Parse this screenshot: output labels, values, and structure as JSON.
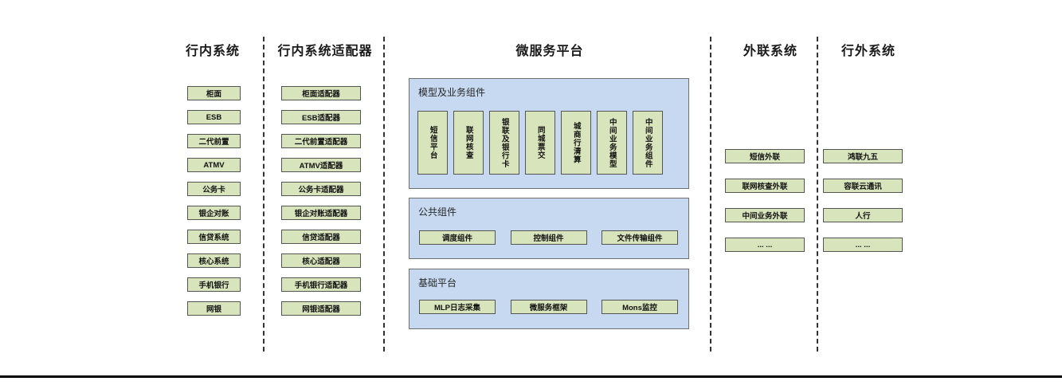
{
  "diagram": {
    "columns": [
      {
        "title": "行内系统",
        "items": [
          "柜面",
          "ESB",
          "二代前置",
          "ATMV",
          "公务卡",
          "银企对账",
          "信贷系统",
          "核心系统",
          "手机银行",
          "网银"
        ]
      },
      {
        "title": "行内系统适配器",
        "items": [
          "柜面适配器",
          "ESB适配器",
          "二代前置适配器",
          "ATMV适配器",
          "公务卡适配器",
          "银企对账适配器",
          "信贷适配器",
          "核心适配器",
          "手机银行适配器",
          "网银适配器"
        ]
      },
      {
        "title": "微服务平台",
        "panels": [
          {
            "title": "模型及业务组件",
            "items": [
              "短信平台",
              "联网核查",
              "银联及银行卡",
              "同城票交",
              "城商行清算",
              "中间业务模型",
              "中间业务组件"
            ]
          },
          {
            "title": "公共组件",
            "items": [
              "调度组件",
              "控制组件",
              "文件传输组件"
            ]
          },
          {
            "title": "基础平台",
            "items": [
              "MLP日志采集",
              "微服务框架",
              "Mons监控"
            ]
          }
        ]
      },
      {
        "title": "外联系统",
        "items": [
          "短信外联",
          "联网核查外联",
          "中间业务外联",
          "... ..."
        ]
      },
      {
        "title": "行外系统",
        "items": [
          "鸿联九五",
          "容联云通讯",
          "人行",
          "... ..."
        ]
      }
    ],
    "colors": {
      "panel_fill": "#c6d9f0",
      "panel_border": "#6e6e6e",
      "box_fill": "#d8e4bc",
      "box_border": "#545454",
      "divider": "#333333",
      "bottom_rule": "#000000"
    }
  }
}
